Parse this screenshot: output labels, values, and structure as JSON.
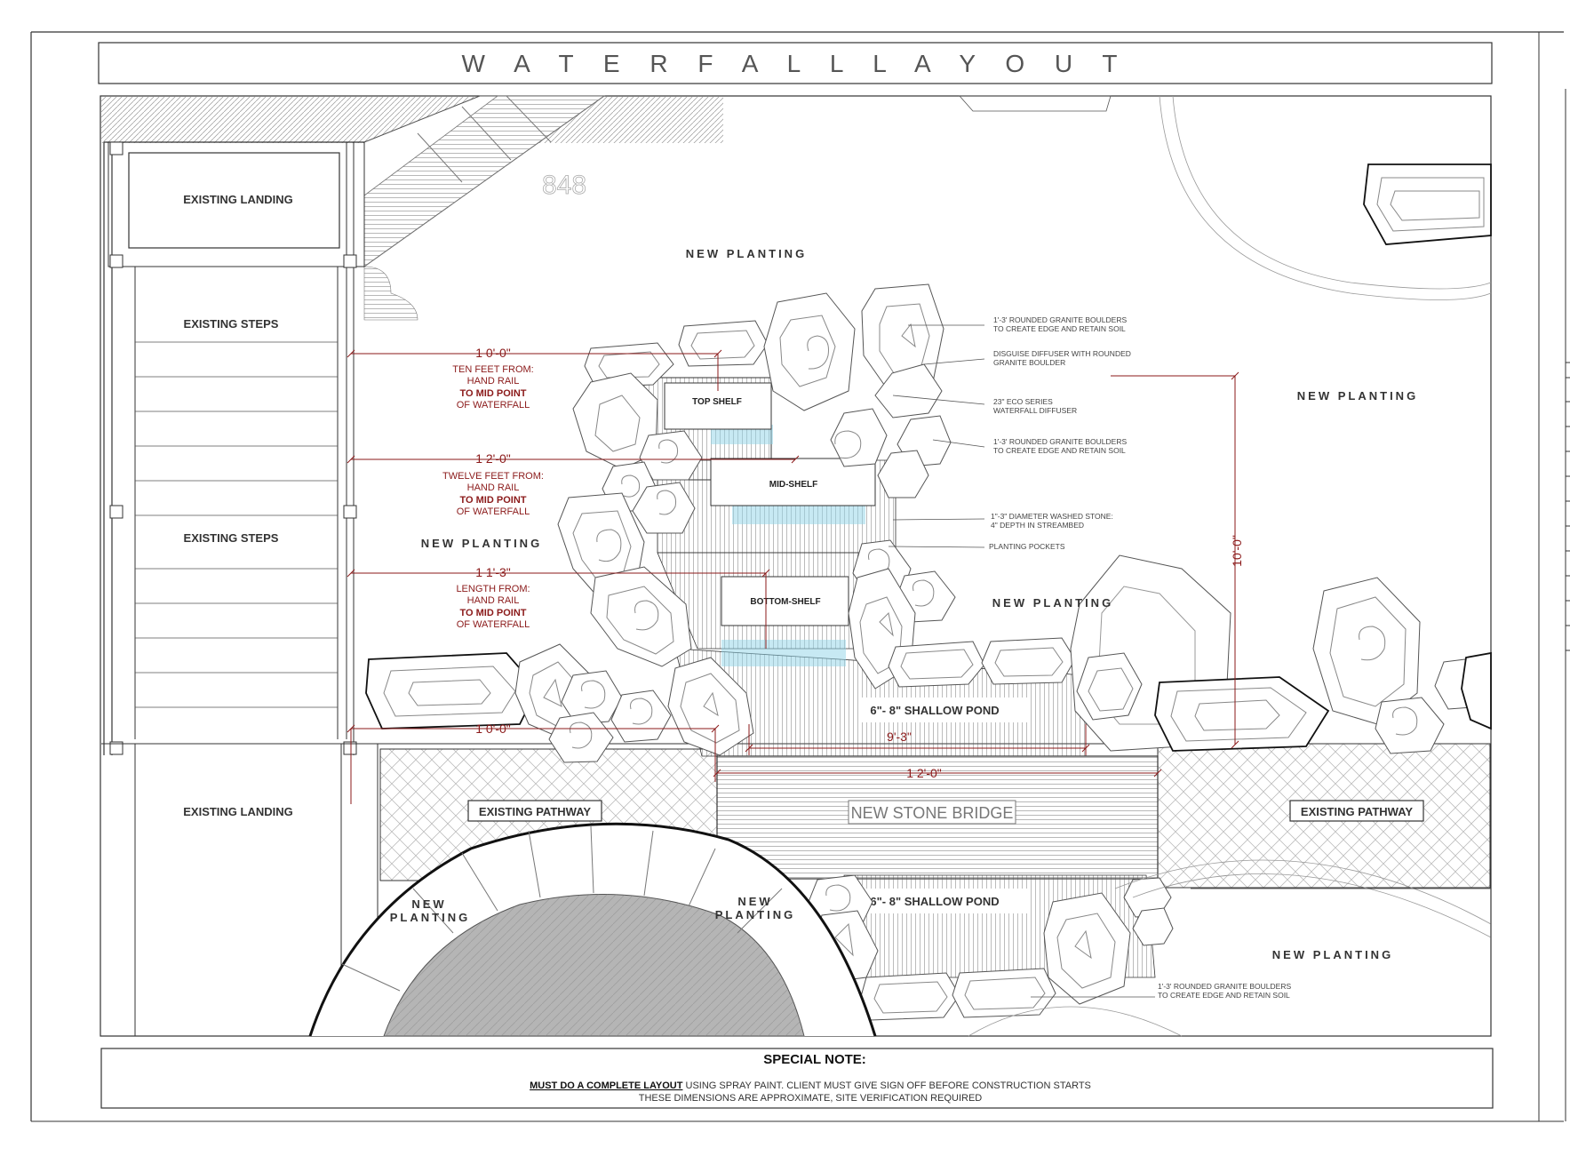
{
  "title": "W A T E R F A L L    L A Y O U T",
  "stairs": {
    "landing_top": "EXISTING LANDING",
    "steps_upper": "EXISTING STEPS",
    "steps_lower": "EXISTING STEPS",
    "landing_bottom": "EXISTING LANDING"
  },
  "plantings": {
    "top_center": "NEW PLANTING",
    "right": "NEW PLANTING",
    "left_mid": "NEW PLANTING",
    "center_mid": "NEW PLANTING",
    "bottom_left_a": "NEW",
    "bottom_left_b": "PLANTING",
    "bottom_mid_a": "NEW",
    "bottom_mid_b": "PLANTING",
    "bottom_right": "NEW PLANTING"
  },
  "shelves": {
    "top": "TOP SHELF",
    "mid": "MID-SHELF",
    "bottom": "BOTTOM-SHELF"
  },
  "ponds": {
    "upper": "6\"- 8\" SHALLOW POND",
    "lower": "6\"- 8\" SHALLOW POND"
  },
  "bridge": "NEW STONE BRIDGE",
  "pathways": {
    "left": "EXISTING   PATHWAY",
    "right": "EXISTING   PATHWAY"
  },
  "house_number": "848",
  "dimensions": {
    "d1": {
      "value": "1 0'-0\"",
      "lines": [
        "TEN FEET FROM:",
        "HAND RAIL"
      ],
      "bold": "TO MID POINT",
      "tail": "OF WATERFALL"
    },
    "d2": {
      "value": "1 2'-0\"",
      "lines": [
        "TWELVE FEET FROM:",
        "HAND RAIL"
      ],
      "bold": "TO MID POINT",
      "tail": "OF WATERFALL"
    },
    "d3": {
      "value": "1 1'-3\"",
      "lines": [
        "LENGTH FROM:",
        "HAND RAIL"
      ],
      "bold": "TO MID POINT",
      "tail": "OF WATERFALL"
    },
    "bottom_left": "1 0'-0\"",
    "pond_width": "9'-3\"",
    "bridge_width": "1 2'-0\"",
    "vertical": "10'-0\""
  },
  "notes": {
    "n1": [
      "1'-3' ROUNDED GRANITE BOULDERS",
      "TO CREATE EDGE AND RETAIN SOIL"
    ],
    "n2": [
      "DISGUISE DIFFUSER WITH ROUNDED",
      "GRANITE BOULDER"
    ],
    "n3": [
      "23\" ECO SERIES",
      "WATERFALL DIFFUSER"
    ],
    "n4": [
      "1'-3' ROUNDED GRANITE BOULDERS",
      "TO CREATE EDGE AND RETAIN SOIL"
    ],
    "n5": [
      "1\"-3\" DIAMETER WASHED STONE:",
      "4\" DEPTH IN STREAMBED"
    ],
    "n6": [
      "PLANTING POCKETS"
    ],
    "n7": [
      "1'-3' ROUNDED GRANITE BOULDERS",
      "TO CREATE EDGE AND RETAIN SOIL"
    ]
  },
  "special_note": {
    "heading": "SPECIAL NOTE:",
    "underlined": "MUST DO A COMPLETE LAYOUT",
    "line1_rest": " USING SPRAY PAINT. CLIENT MUST GIVE SIGN OFF BEFORE CONSTRUCTION STARTS",
    "line2": "THESE DIMENSIONS ARE APPROXIMATE, SITE VERIFICATION REQUIRED"
  },
  "colors": {
    "ink": "#333333",
    "dimension_red": "#8b1a1a",
    "water_blue": "#8fd3e8",
    "fire_pit_gray": "#b5b5b5"
  }
}
